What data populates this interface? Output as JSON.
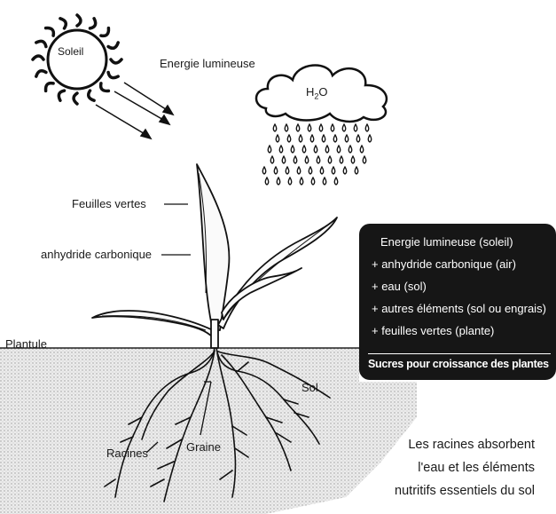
{
  "labels": {
    "sun": "Soleil",
    "light": "Energie lumineuse",
    "water": "H2O",
    "leaves": "Feuilles vertes",
    "co2": "anhydride carbonique",
    "seedling": "Plantule",
    "soil": "Sol",
    "roots": "Racines",
    "seed": "Graine"
  },
  "equation": {
    "lines": [
      "Energie lumineuse (soleil)",
      "+ anhydride carbonique (air)",
      "+ eau (sol)",
      "+ autres éléments (sol ou engrais)",
      "+ feuilles vertes (plante)"
    ],
    "result": "Sucres pour croissance des plantes"
  },
  "note": [
    "Les racines absorbent",
    "l'eau et les éléments",
    "nutritifs essentiels du sol"
  ],
  "colors": {
    "ink": "#1a1a1a",
    "box": "#161616",
    "soil": "#d9d9d9"
  }
}
